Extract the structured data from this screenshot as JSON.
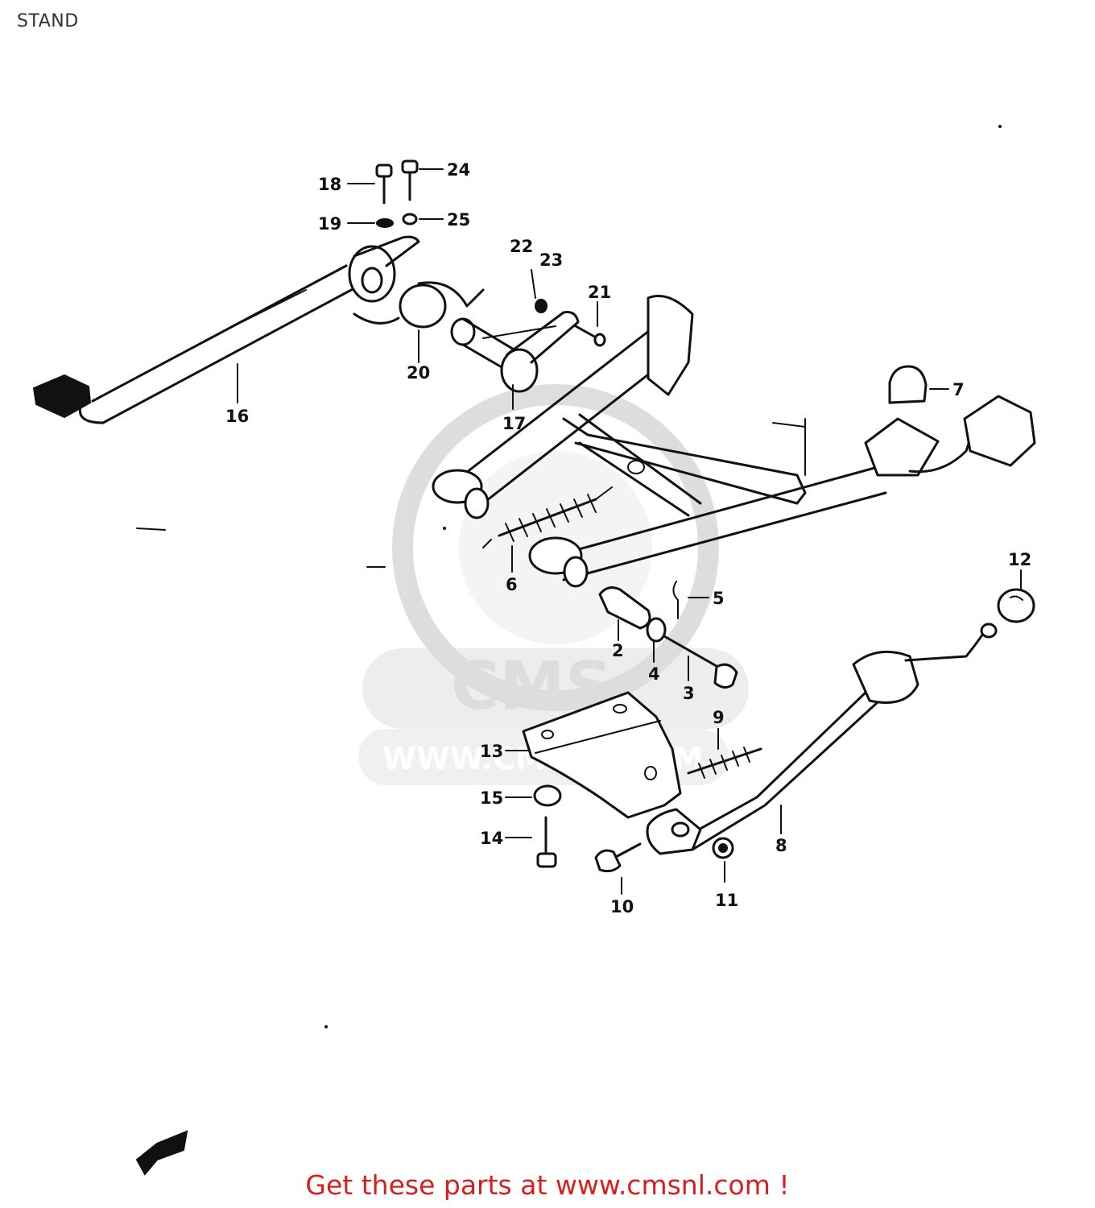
{
  "page": {
    "title": "STAND"
  },
  "watermark": {
    "brand": "CMS",
    "url": "WWW.CMSNL.COM"
  },
  "footer": {
    "text": "Get these parts at www.cmsnl.com !"
  },
  "callouts": [
    {
      "id": "2",
      "label": "2"
    },
    {
      "id": "3",
      "label": "3"
    },
    {
      "id": "4",
      "label": "4"
    },
    {
      "id": "5",
      "label": "5"
    },
    {
      "id": "6",
      "label": "6"
    },
    {
      "id": "7",
      "label": "7"
    },
    {
      "id": "8",
      "label": "8"
    },
    {
      "id": "9",
      "label": "9"
    },
    {
      "id": "10",
      "label": "10"
    },
    {
      "id": "11",
      "label": "11"
    },
    {
      "id": "12",
      "label": "12"
    },
    {
      "id": "13",
      "label": "13"
    },
    {
      "id": "14",
      "label": "14"
    },
    {
      "id": "15",
      "label": "15"
    },
    {
      "id": "16",
      "label": "16"
    },
    {
      "id": "17",
      "label": "17"
    },
    {
      "id": "18",
      "label": "18"
    },
    {
      "id": "19",
      "label": "19"
    },
    {
      "id": "20",
      "label": "20"
    },
    {
      "id": "21",
      "label": "21"
    },
    {
      "id": "22",
      "label": "22"
    },
    {
      "id": "23",
      "label": "23"
    },
    {
      "id": "24",
      "label": "24"
    },
    {
      "id": "25",
      "label": "25"
    }
  ]
}
